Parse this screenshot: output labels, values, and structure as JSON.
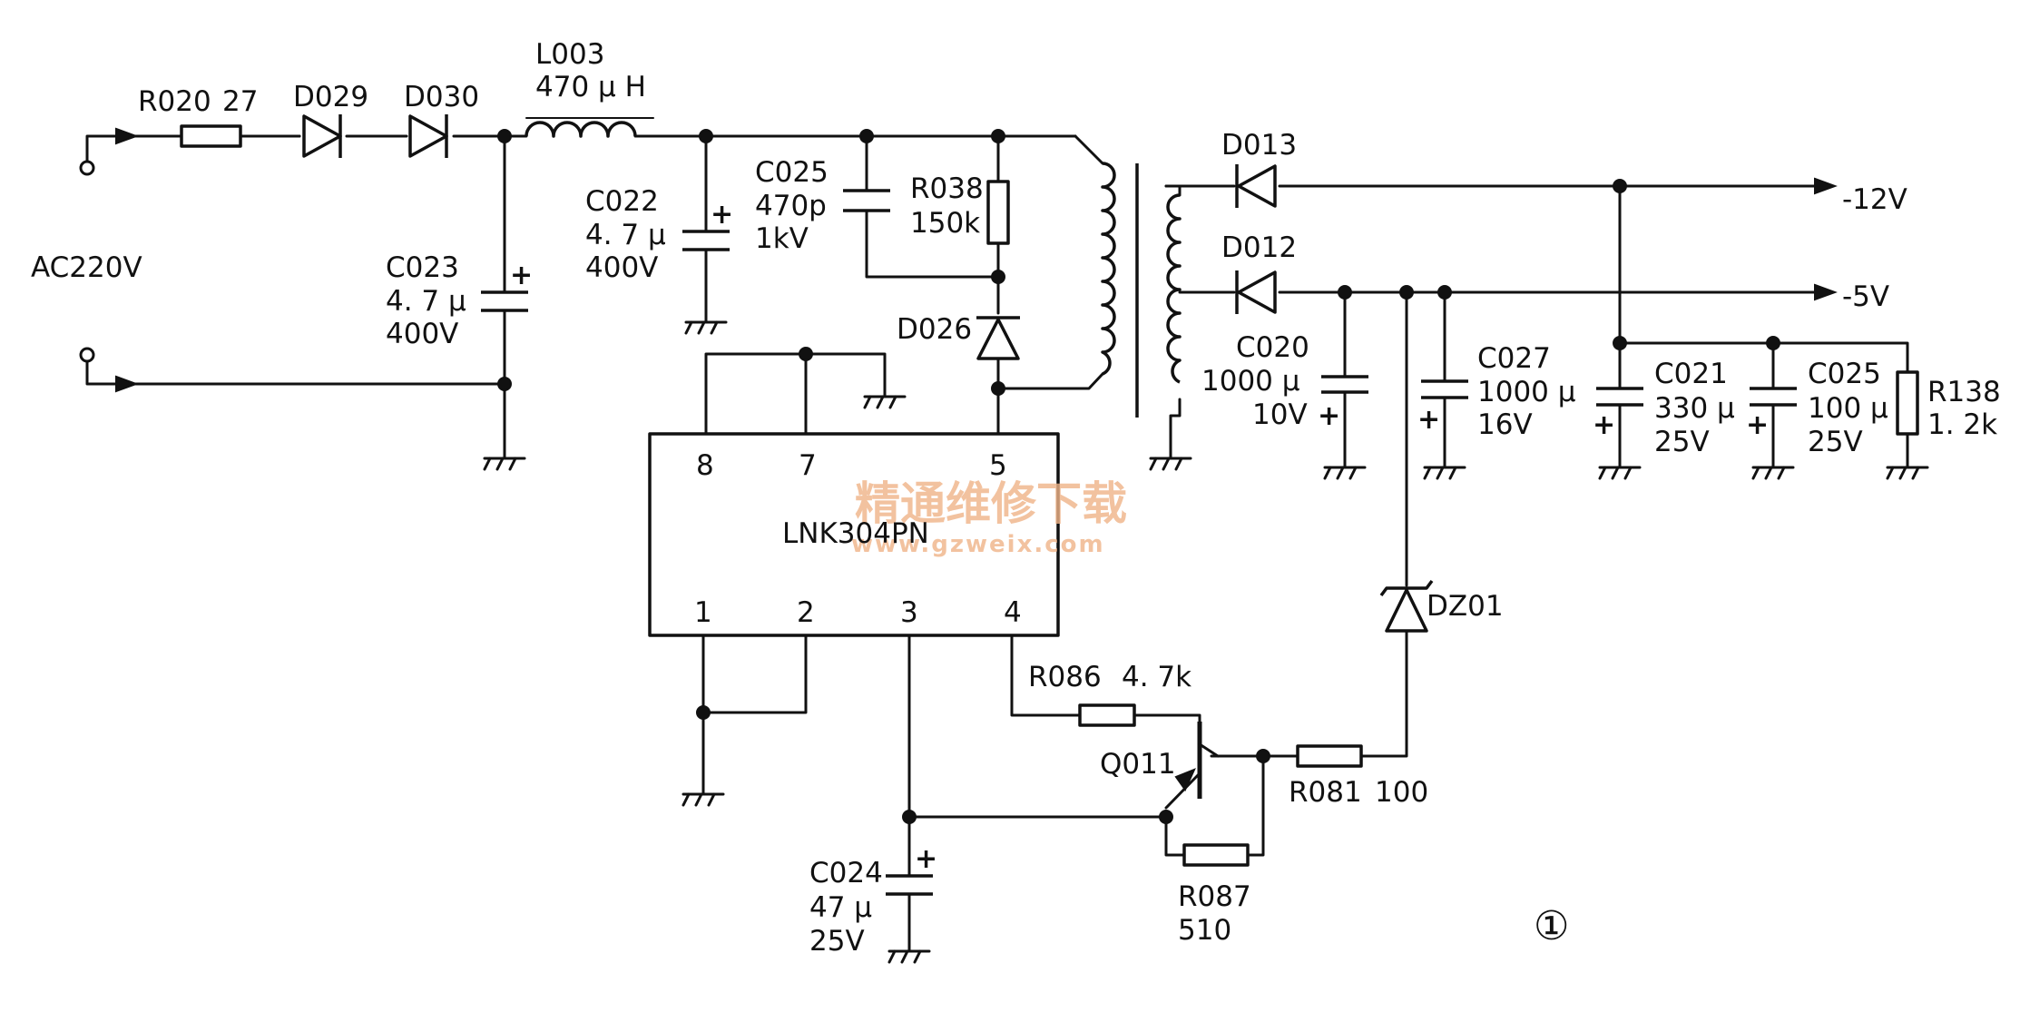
{
  "input": {
    "voltage": "AC220V"
  },
  "components": {
    "r020": {
      "ref": "R020",
      "value": "27"
    },
    "d029": {
      "ref": "D029"
    },
    "d030": {
      "ref": "D030"
    },
    "l003": {
      "ref": "L003",
      "value": "470 μ H"
    },
    "c023": {
      "ref": "C023",
      "value": "4. 7 μ",
      "voltage": "400V"
    },
    "c022": {
      "ref": "C022",
      "value": "4. 7 μ",
      "voltage": "400V"
    },
    "c025a": {
      "ref": "C025",
      "value": "470p",
      "voltage": "1kV"
    },
    "r038": {
      "ref": "R038",
      "value": "150k"
    },
    "d026": {
      "ref": "D026"
    },
    "ic": {
      "ref": "LNK304PN",
      "pins": [
        "1",
        "2",
        "3",
        "4",
        "5",
        "7",
        "8"
      ]
    },
    "d013": {
      "ref": "D013"
    },
    "d012": {
      "ref": "D012"
    },
    "c020": {
      "ref": "C020",
      "value": "1000 μ",
      "voltage": "10V"
    },
    "c027": {
      "ref": "C027",
      "value": "1000 μ",
      "voltage": "16V"
    },
    "c021": {
      "ref": "C021",
      "value": "330 μ",
      "voltage": "25V"
    },
    "c025b": {
      "ref": "C025",
      "value": "100 μ",
      "voltage": "25V"
    },
    "r138": {
      "ref": "R138",
      "value": "1. 2k"
    },
    "r086": {
      "ref": "R086",
      "value": "4. 7k"
    },
    "q011": {
      "ref": "Q011"
    },
    "r081": {
      "ref": "R081",
      "value": "100"
    },
    "dz01": {
      "ref": "DZ01"
    },
    "r087": {
      "ref": "R087",
      "value": "510"
    },
    "c024": {
      "ref": "C024",
      "value": "47 μ",
      "voltage": "25V"
    }
  },
  "outputs": {
    "neg12": "-12V",
    "neg5": "-5V"
  },
  "watermark": {
    "cn": "精通维修下载",
    "url": "www.gzweix.com"
  },
  "figure": {
    "number": "①"
  }
}
